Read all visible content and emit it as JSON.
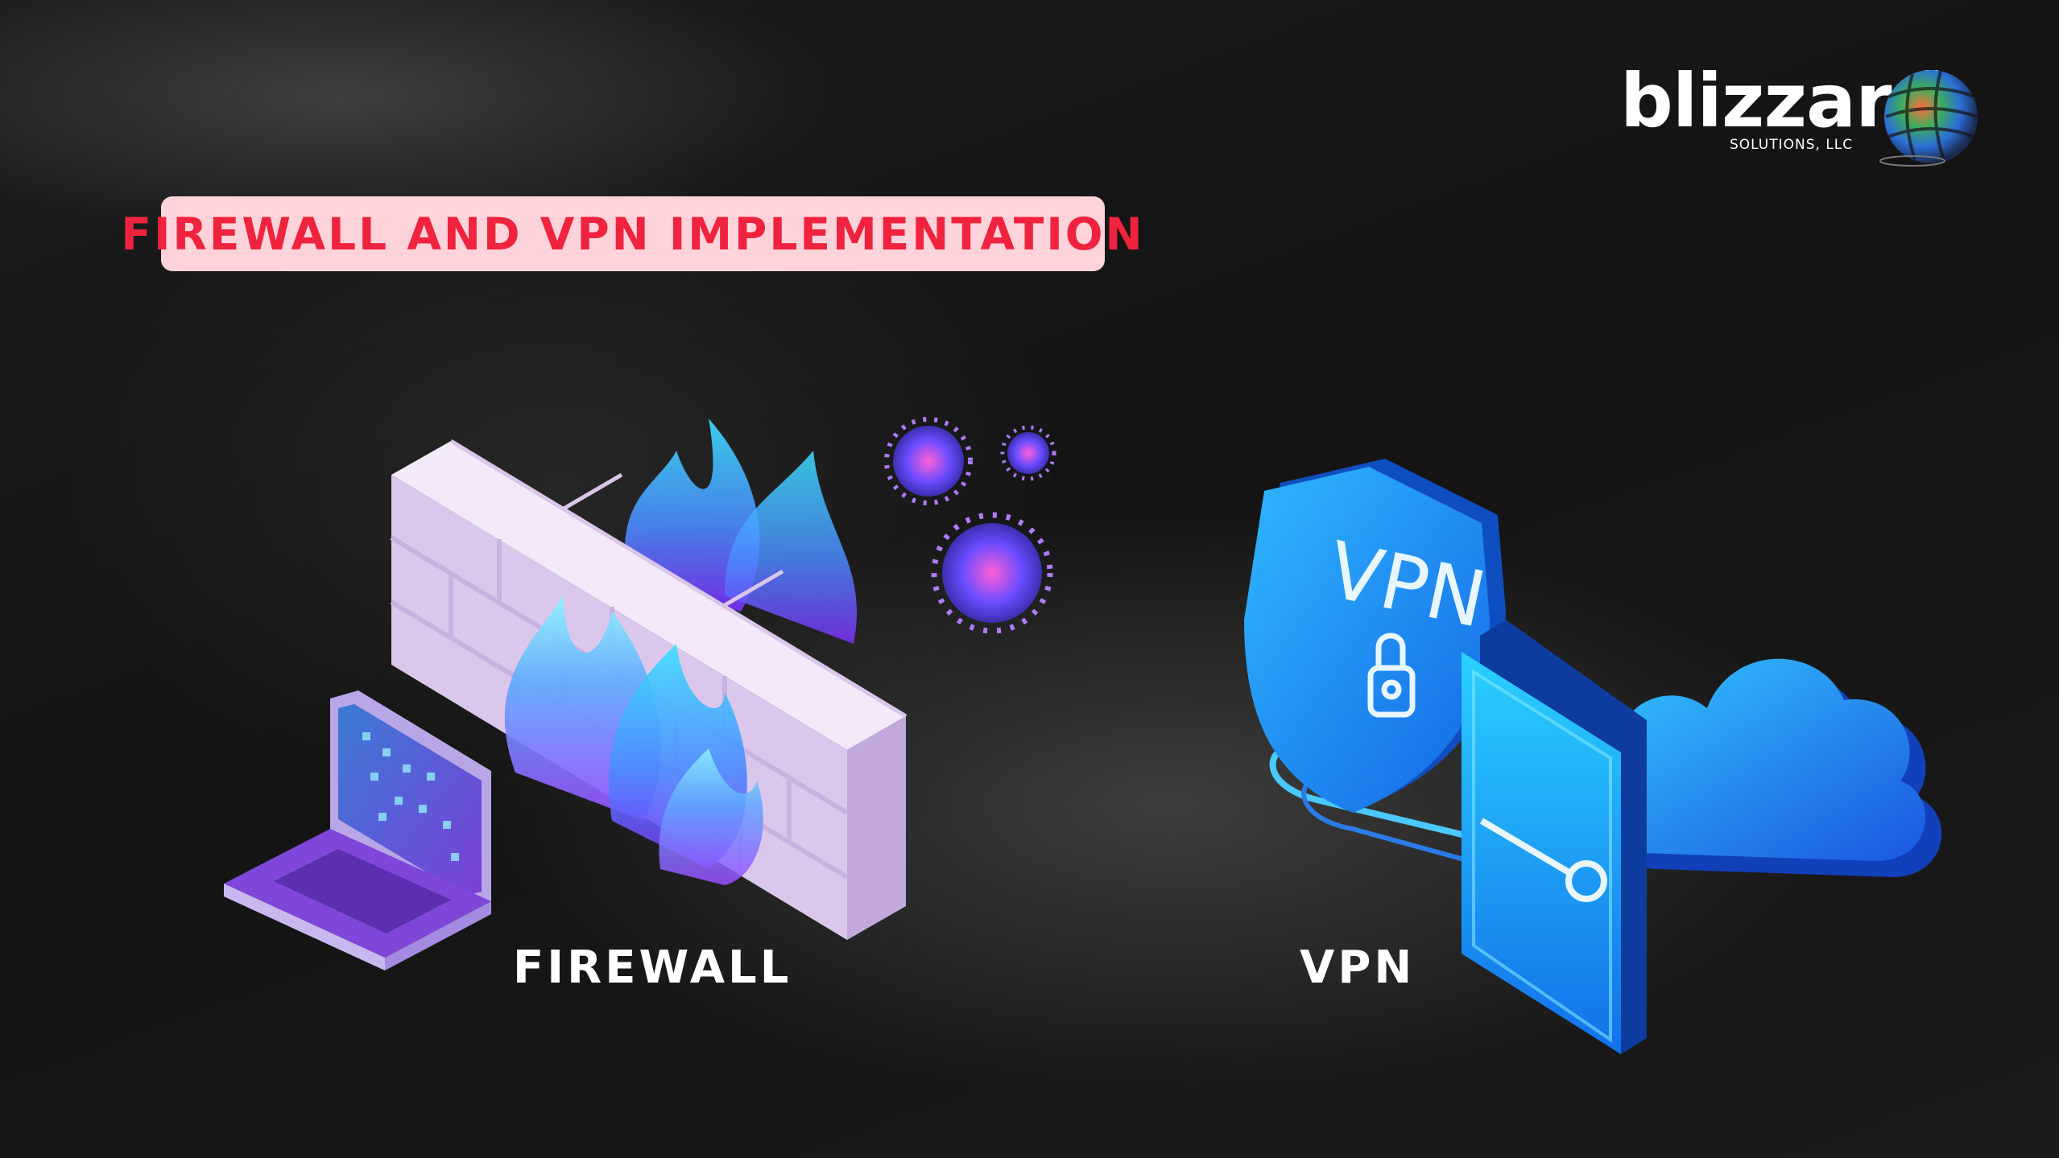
{
  "header": {
    "title": "FIREWALL AND VPN IMPLEMENTATION"
  },
  "logo": {
    "name": "blizzard",
    "subtitle": "SOLUTIONS, LLC"
  },
  "sections": {
    "firewall_label": "FIREWALL",
    "vpn_label": "VPN",
    "shield_text": "VPN"
  },
  "colors": {
    "title_bg": "#ffd3d9",
    "title_text": "#f0233f",
    "wall": "#e6d4f2",
    "flame": "#4a8cff",
    "vpn_blue": "#1aa2f5"
  }
}
